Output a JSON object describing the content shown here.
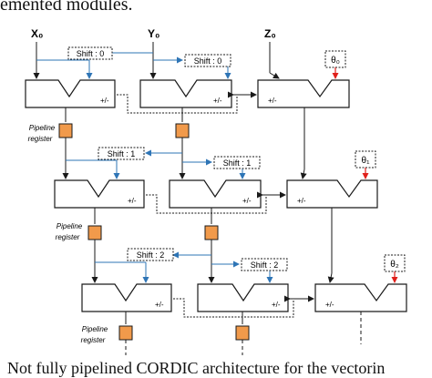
{
  "caption_top": "emented modules.",
  "caption_bottom": "Not fully pipelined CORDIC architecture for the vectorin",
  "inputs": {
    "x": "X₀",
    "y": "Y₀",
    "z": "Z₀"
  },
  "pipeline_label": [
    "Pipeline",
    "register"
  ],
  "stages": [
    {
      "shift": "Shift : 0",
      "theta": "θ₀"
    },
    {
      "shift": "Shift : 1",
      "theta": "θ₁"
    },
    {
      "shift": "Shift : 2",
      "theta": "θ₂"
    }
  ],
  "addsub_label": "+/-",
  "colors": {
    "shift_line": "#2e75b6",
    "theta_arrow": "#e0201b",
    "register_fill": "#f19a4b",
    "line": "#1a1a1a"
  }
}
